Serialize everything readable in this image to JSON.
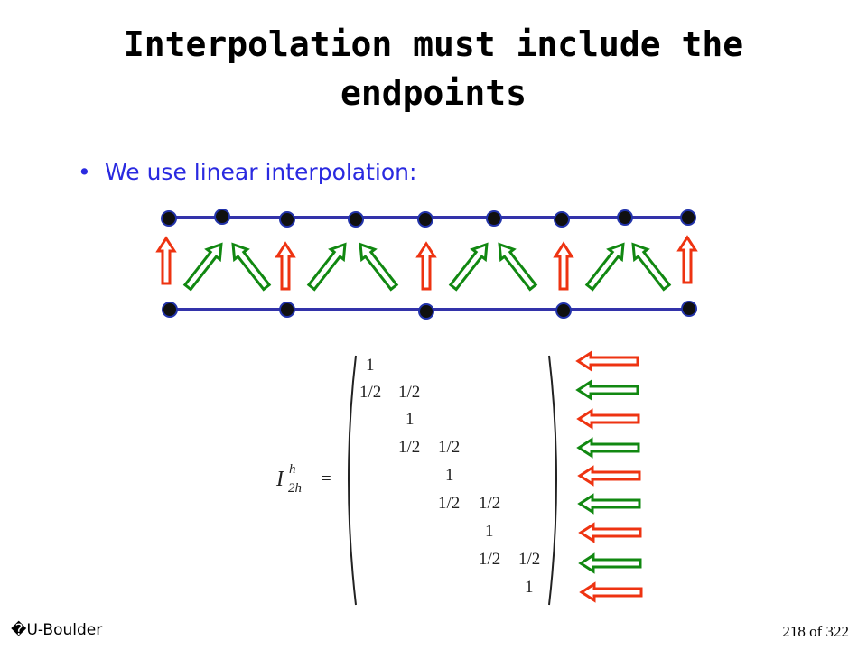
{
  "slide": {
    "title_line1": "Interpolation must include the",
    "title_line2": "endpoints",
    "bullet": "We use linear interpolation:"
  },
  "matrix": {
    "operator": "I",
    "superscript": "h",
    "subscript": "2h",
    "equals": "=",
    "rows": [
      [
        "1",
        ""
      ],
      [
        "1/2",
        "1/2"
      ],
      [
        "1",
        ""
      ],
      [
        "1/2",
        "1/2"
      ],
      [
        "1",
        ""
      ],
      [
        "1/2",
        "1/2"
      ],
      [
        "1",
        ""
      ],
      [
        "1/2",
        "1/2"
      ],
      [
        "1",
        ""
      ]
    ]
  },
  "colors": {
    "title": "#000000",
    "bullet": "#2a2ae0",
    "grid_line": "#3333aa",
    "node": "#101010",
    "node_stroke": "#2233aa",
    "arrow_red": "#ee3311",
    "arrow_green": "#118811"
  },
  "footer": {
    "left": "U-Boulder",
    "right": "218 of 322"
  }
}
